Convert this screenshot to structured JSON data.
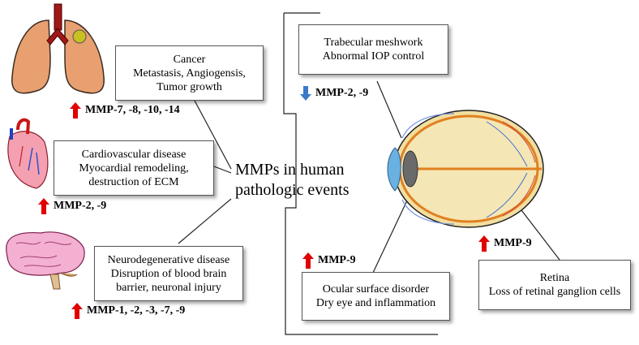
{
  "center": {
    "line1": "MMPs in human",
    "line2": "pathologic events"
  },
  "cancer": {
    "lines": [
      "Cancer",
      "Metastasis, Angiogensis,",
      "Tumor growth"
    ],
    "mmp": "MMP-7, -8, -10, -14",
    "direction": "up"
  },
  "cardio": {
    "lines": [
      "Cardiovascular disease",
      "Myocardial remodeling,",
      "destruction of ECM"
    ],
    "mmp": "MMP-2, -9",
    "direction": "up"
  },
  "neuro": {
    "lines": [
      "Neurodegenerative disease",
      "Disruption of blood brain",
      "barrier, neuronal injury"
    ],
    "mmp": "MMP-1, -2, -3, -7, -9",
    "direction": "up"
  },
  "trabecular": {
    "lines": [
      "Trabecular meshwork",
      "Abnormal IOP control"
    ],
    "mmp": "MMP-2, -9",
    "direction": "down"
  },
  "ocular": {
    "lines": [
      "Ocular surface disorder",
      "Dry eye and inflammation"
    ],
    "mmp": "MMP-9",
    "direction": "up"
  },
  "retina": {
    "lines": [
      "Retina",
      "Loss of retinal ganglion cells"
    ],
    "mmp": "MMP-9",
    "direction": "up"
  },
  "colors": {
    "up_arrow": "#e00000",
    "down_arrow": "#3a7bc8"
  },
  "icons": [
    "lungs-icon",
    "heart-icon",
    "brain-icon",
    "eye-icon",
    "up-arrow-icon",
    "down-arrow-icon"
  ]
}
